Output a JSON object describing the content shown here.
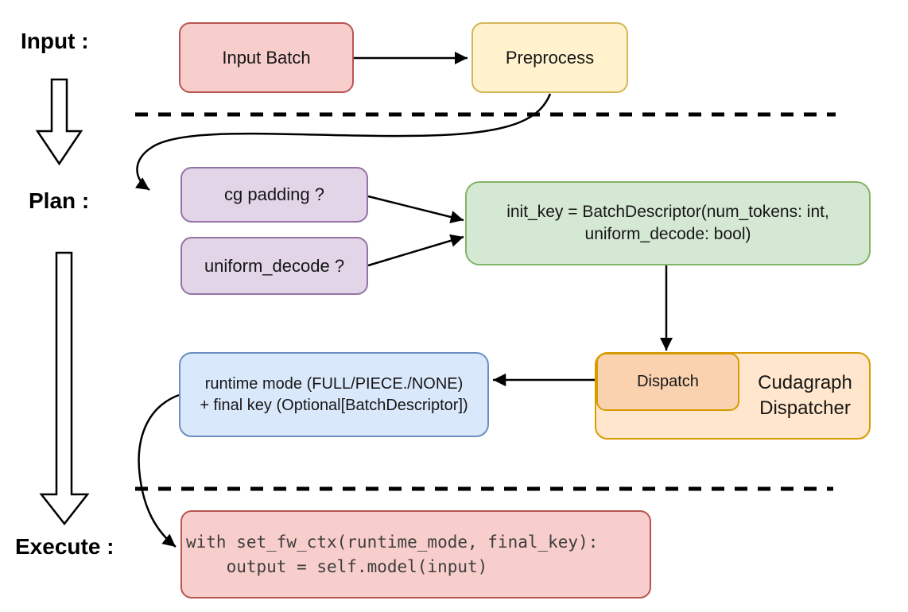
{
  "phases": {
    "input_label": "Input :",
    "plan_label": "Plan :",
    "execute_label": "Execute :"
  },
  "nodes": {
    "input_batch": {
      "label": "Input Batch",
      "fill": "#f8cecc",
      "stroke": "#b85450"
    },
    "preprocess": {
      "label": "Preprocess",
      "fill": "#fff2cc",
      "stroke": "#d6b656"
    },
    "cg_padding": {
      "label": "cg padding ?",
      "fill": "#e1d5e7",
      "stroke": "#9673a6"
    },
    "uniform_decode": {
      "label": "uniform_decode ?",
      "fill": "#e1d5e7",
      "stroke": "#9673a6"
    },
    "init_key": {
      "line1": "init_key = BatchDescriptor(num_tokens: int,",
      "line2": "uniform_decode: bool)",
      "fill": "#d5e8d4",
      "stroke": "#82b366"
    },
    "runtime_mode": {
      "line1": "runtime mode (FULL/PIECE./NONE)",
      "line2": "+ final key (Optional[BatchDescriptor])",
      "fill": "#dae8fc",
      "stroke": "#6c8ebf"
    },
    "dispatch": {
      "label": "Dispatch",
      "fill": "#fad2b0",
      "stroke": "#d79b00"
    },
    "cudagraph_dispatcher": {
      "line1": "Cudagraph",
      "line2": "Dispatcher",
      "fill": "#ffe6cc",
      "stroke": "#d79b00"
    },
    "execute_code": {
      "line1": "with set_fw_ctx(runtime_mode, final_key):",
      "line2": "    output = self.model(input)",
      "fill": "#f8cecc",
      "stroke": "#b85450"
    }
  },
  "connectors": {
    "arrow_color": "#000000",
    "divider_color": "#000000"
  }
}
